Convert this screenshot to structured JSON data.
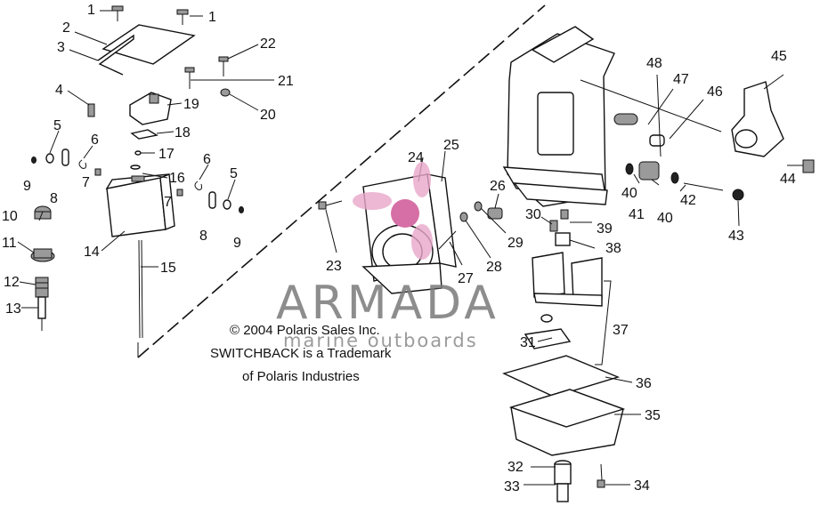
{
  "labels": [
    "1",
    "2",
    "3",
    "4",
    "5",
    "6",
    "7",
    "8",
    "9",
    "10",
    "11",
    "12",
    "13",
    "14",
    "15",
    "16",
    "17",
    "18",
    "19",
    "20",
    "21",
    "22",
    "23",
    "24",
    "25",
    "26",
    "27",
    "28",
    "29",
    "30",
    "31",
    "32",
    "33",
    "34",
    "35",
    "36",
    "37",
    "38",
    "39",
    "40",
    "41",
    "42",
    "43",
    "44",
    "45",
    "46",
    "47",
    "48"
  ],
  "copyright": {
    "line1": "© 2004 Polaris Sales Inc.",
    "line2": "SWITCHBACK is a Trademark",
    "line3": "of Polaris Industries"
  },
  "watermark": {
    "brand": "ARMADA",
    "tagline": "marine outboards",
    "logo_color": "#e9a6c9",
    "logo_accent": "#d66fa6"
  }
}
